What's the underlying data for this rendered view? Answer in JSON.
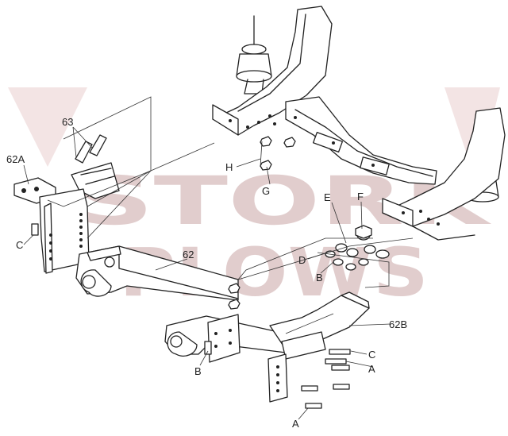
{
  "watermark": {
    "line1": "STORK",
    "line2": "PLOWS",
    "color": "#c9a6a6"
  },
  "callouts": {
    "c63": "63",
    "c62A": "62A",
    "c62": "62",
    "c62B": "62B",
    "cH": "H",
    "cG": "G",
    "cF": "F",
    "cE": "E",
    "cD": "D",
    "cB1": "B",
    "cB2": "B",
    "cC1": "C",
    "cC2": "C",
    "cA1": "A",
    "cA2": "A"
  }
}
